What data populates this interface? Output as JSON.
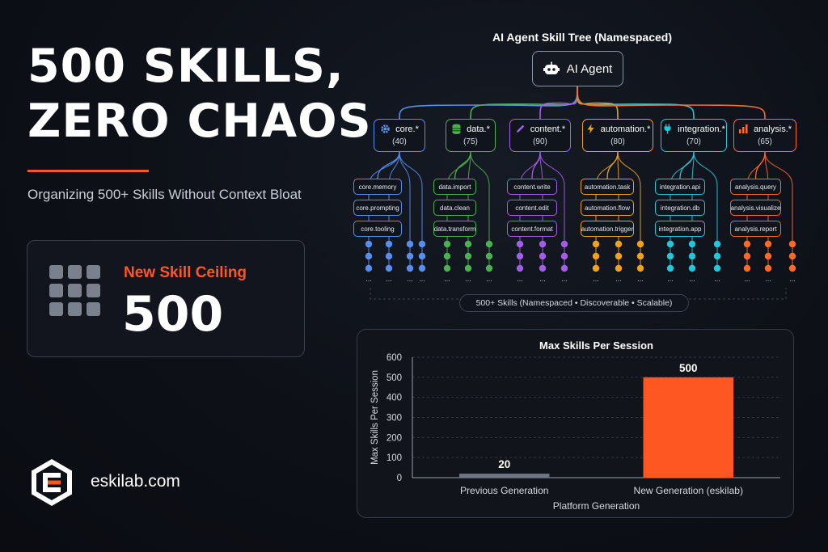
{
  "header": {
    "title_line1": "500 SKILLS,",
    "title_line2": "ZERO CHAOS",
    "subtitle": "Organizing 500+ Skills Without Context Bloat"
  },
  "stat": {
    "label": "New Skill Ceiling",
    "value": "500"
  },
  "brand": {
    "site": "eskilab.com"
  },
  "colors": {
    "accent": "#ff5722",
    "core": "#5b8def",
    "data": "#4caf50",
    "content": "#a35ee8",
    "automation": "#f0a21c",
    "integration": "#26c6da",
    "analysis": "#ff6a2a"
  },
  "tree": {
    "title": "AI Agent Skill Tree (Namespaced)",
    "root_label": "AI Agent",
    "root_icon": "robot-icon",
    "caption": "500+ Skills (Namespaced • Discoverable • Scalable)",
    "namespaces": [
      {
        "key": "core",
        "label": "core.*",
        "count": "(40)",
        "icon": "gear-icon",
        "color": "#5b8def",
        "skills": [
          "core.memory",
          "core.prompting",
          "core.tooling"
        ]
      },
      {
        "key": "data",
        "label": "data.*",
        "count": "(75)",
        "icon": "database-icon",
        "color": "#4caf50",
        "skills": [
          "data.import",
          "data.clean",
          "data.transform"
        ]
      },
      {
        "key": "content",
        "label": "content.*",
        "count": "(90)",
        "icon": "pencil-icon",
        "color": "#a35ee8",
        "skills": [
          "content.write",
          "content.edit",
          "content.format"
        ]
      },
      {
        "key": "automation",
        "label": "automation.*",
        "count": "(80)",
        "icon": "lightning-icon",
        "color": "#f0a21c",
        "skills": [
          "automation.task",
          "automation.flow",
          "automation.trigger"
        ]
      },
      {
        "key": "integration",
        "label": "integration.*",
        "count": "(70)",
        "icon": "plug-icon",
        "color": "#26c6da",
        "skills": [
          "integration.api",
          "integration.db",
          "integration.app"
        ]
      },
      {
        "key": "analysis",
        "label": "analysis.*",
        "count": "(65)",
        "icon": "bar-chart-icon",
        "color": "#ff6a2a",
        "skills": [
          "analysis.query",
          "analysis.visualize",
          "analysis.report"
        ]
      }
    ],
    "ellipsis": "..."
  },
  "chart_data": {
    "type": "bar",
    "title": "Max Skills Per Session",
    "xlabel": "Platform Generation",
    "ylabel": "Max Skills Per Session",
    "categories": [
      "Previous Generation",
      "New Generation (eskilab)"
    ],
    "values": [
      20,
      500
    ],
    "data_labels": [
      "20",
      "500"
    ],
    "bar_colors": [
      "#6e7683",
      "#ff5722"
    ],
    "ylim": [
      0,
      600
    ],
    "yticks": [
      0,
      100,
      200,
      300,
      400,
      500,
      600
    ],
    "grid": true,
    "legend": "none"
  }
}
